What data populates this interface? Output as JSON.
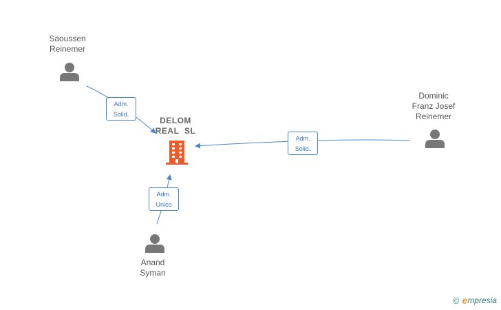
{
  "colors": {
    "edge": "#4a86c8",
    "person": "#777777",
    "company": "#f05a28"
  },
  "company": {
    "name_line1": "DELOM",
    "name_line2": "REAL  SL",
    "icon": "building-icon"
  },
  "persons": [
    {
      "id": "saoussen",
      "line1": "Saoussen",
      "line2": "Reinemer",
      "line3": "",
      "icon": "person-icon"
    },
    {
      "id": "dominic",
      "line1": "Dominic",
      "line2": "Franz Josef",
      "line3": "Reinemer",
      "icon": "person-icon"
    },
    {
      "id": "anand",
      "line1": "Anand",
      "line2": "Syman",
      "line3": "",
      "icon": "person-icon"
    }
  ],
  "edges": [
    {
      "from": "saoussen",
      "line1": "Adm.",
      "line2": "Solid."
    },
    {
      "from": "dominic",
      "line1": "Adm.",
      "line2": "Solid."
    },
    {
      "from": "anand",
      "line1": "Adm.",
      "line2": "Unico"
    }
  ],
  "footer": {
    "copyright": "©",
    "brand_initial": "e",
    "brand_rest": "mpresia"
  }
}
